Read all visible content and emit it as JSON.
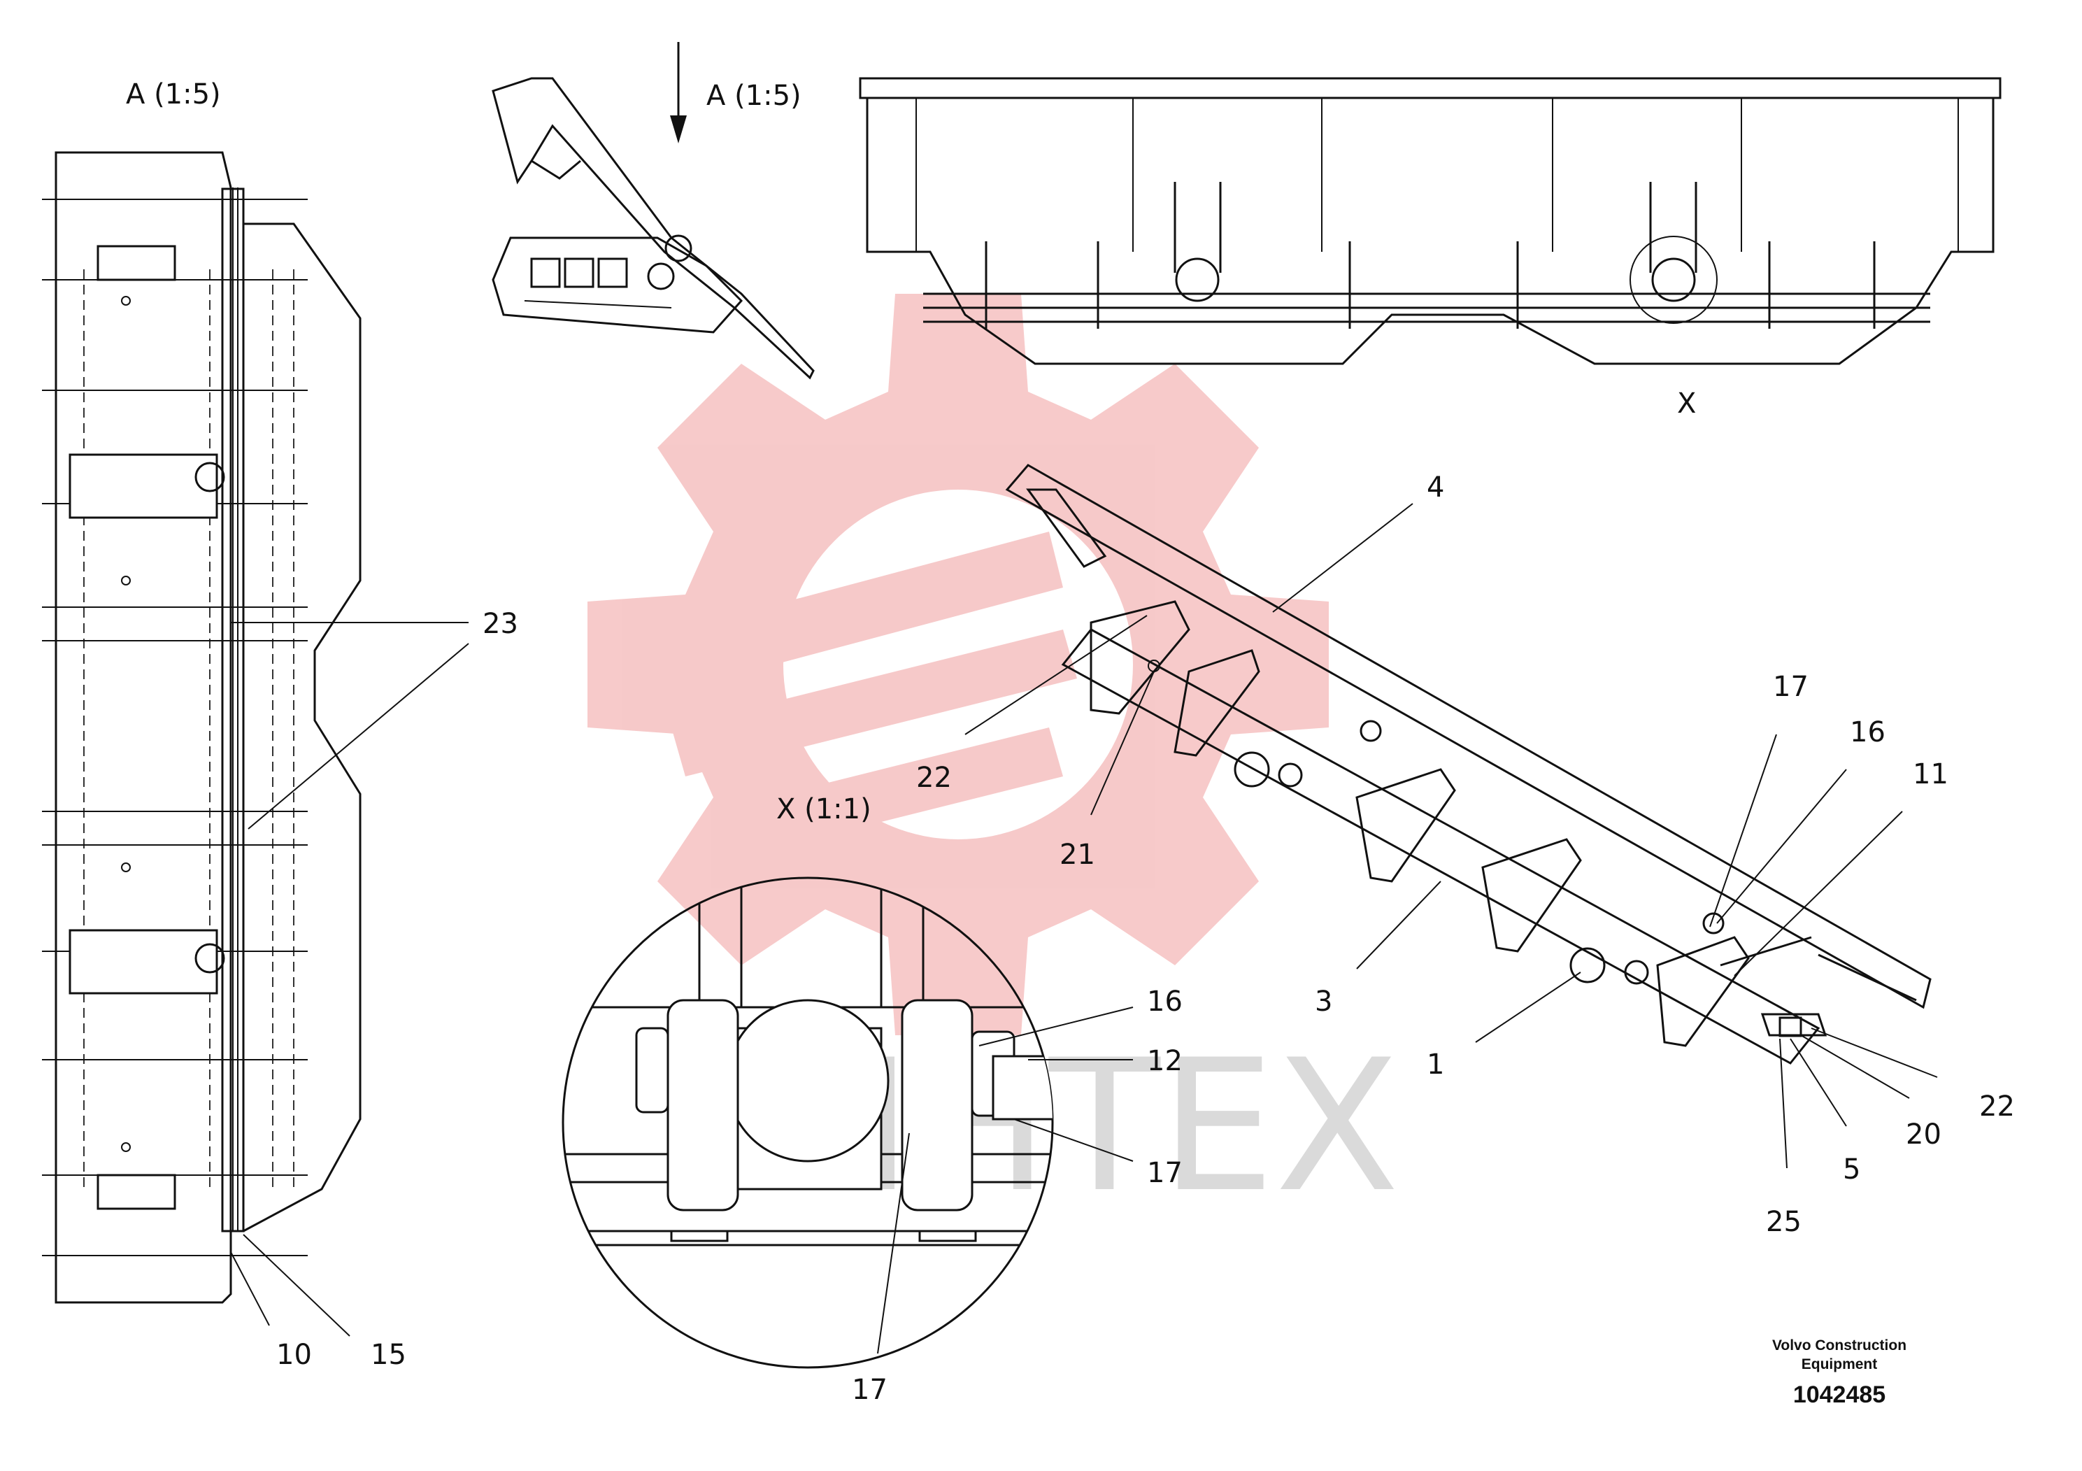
{
  "views": {
    "view_a_left_title": "A (1:5)",
    "view_a_side_title": "A (1:5)",
    "view_x_marker": "X",
    "detail_x_title": "X (1:1)"
  },
  "callouts": {
    "c1": "1",
    "c3": "3",
    "c4": "4",
    "c5": "5",
    "c10": "10",
    "c11": "11",
    "c12": "12",
    "c15": "15",
    "c16_main": "16",
    "c16_detail": "16",
    "c17_main": "17",
    "c17_detail_upper": "17",
    "c17_detail_lower": "17",
    "c20": "20",
    "c21": "21",
    "c22_left": "22",
    "c22_right": "22",
    "c23": "23",
    "c25": "25"
  },
  "title_block": {
    "brand_line1": "Volvo Construction",
    "brand_line2": "Equipment",
    "document_number": "1042485"
  },
  "watermark": {
    "text": "ИНТЕХ",
    "logo_color": "#f4b8b8"
  }
}
